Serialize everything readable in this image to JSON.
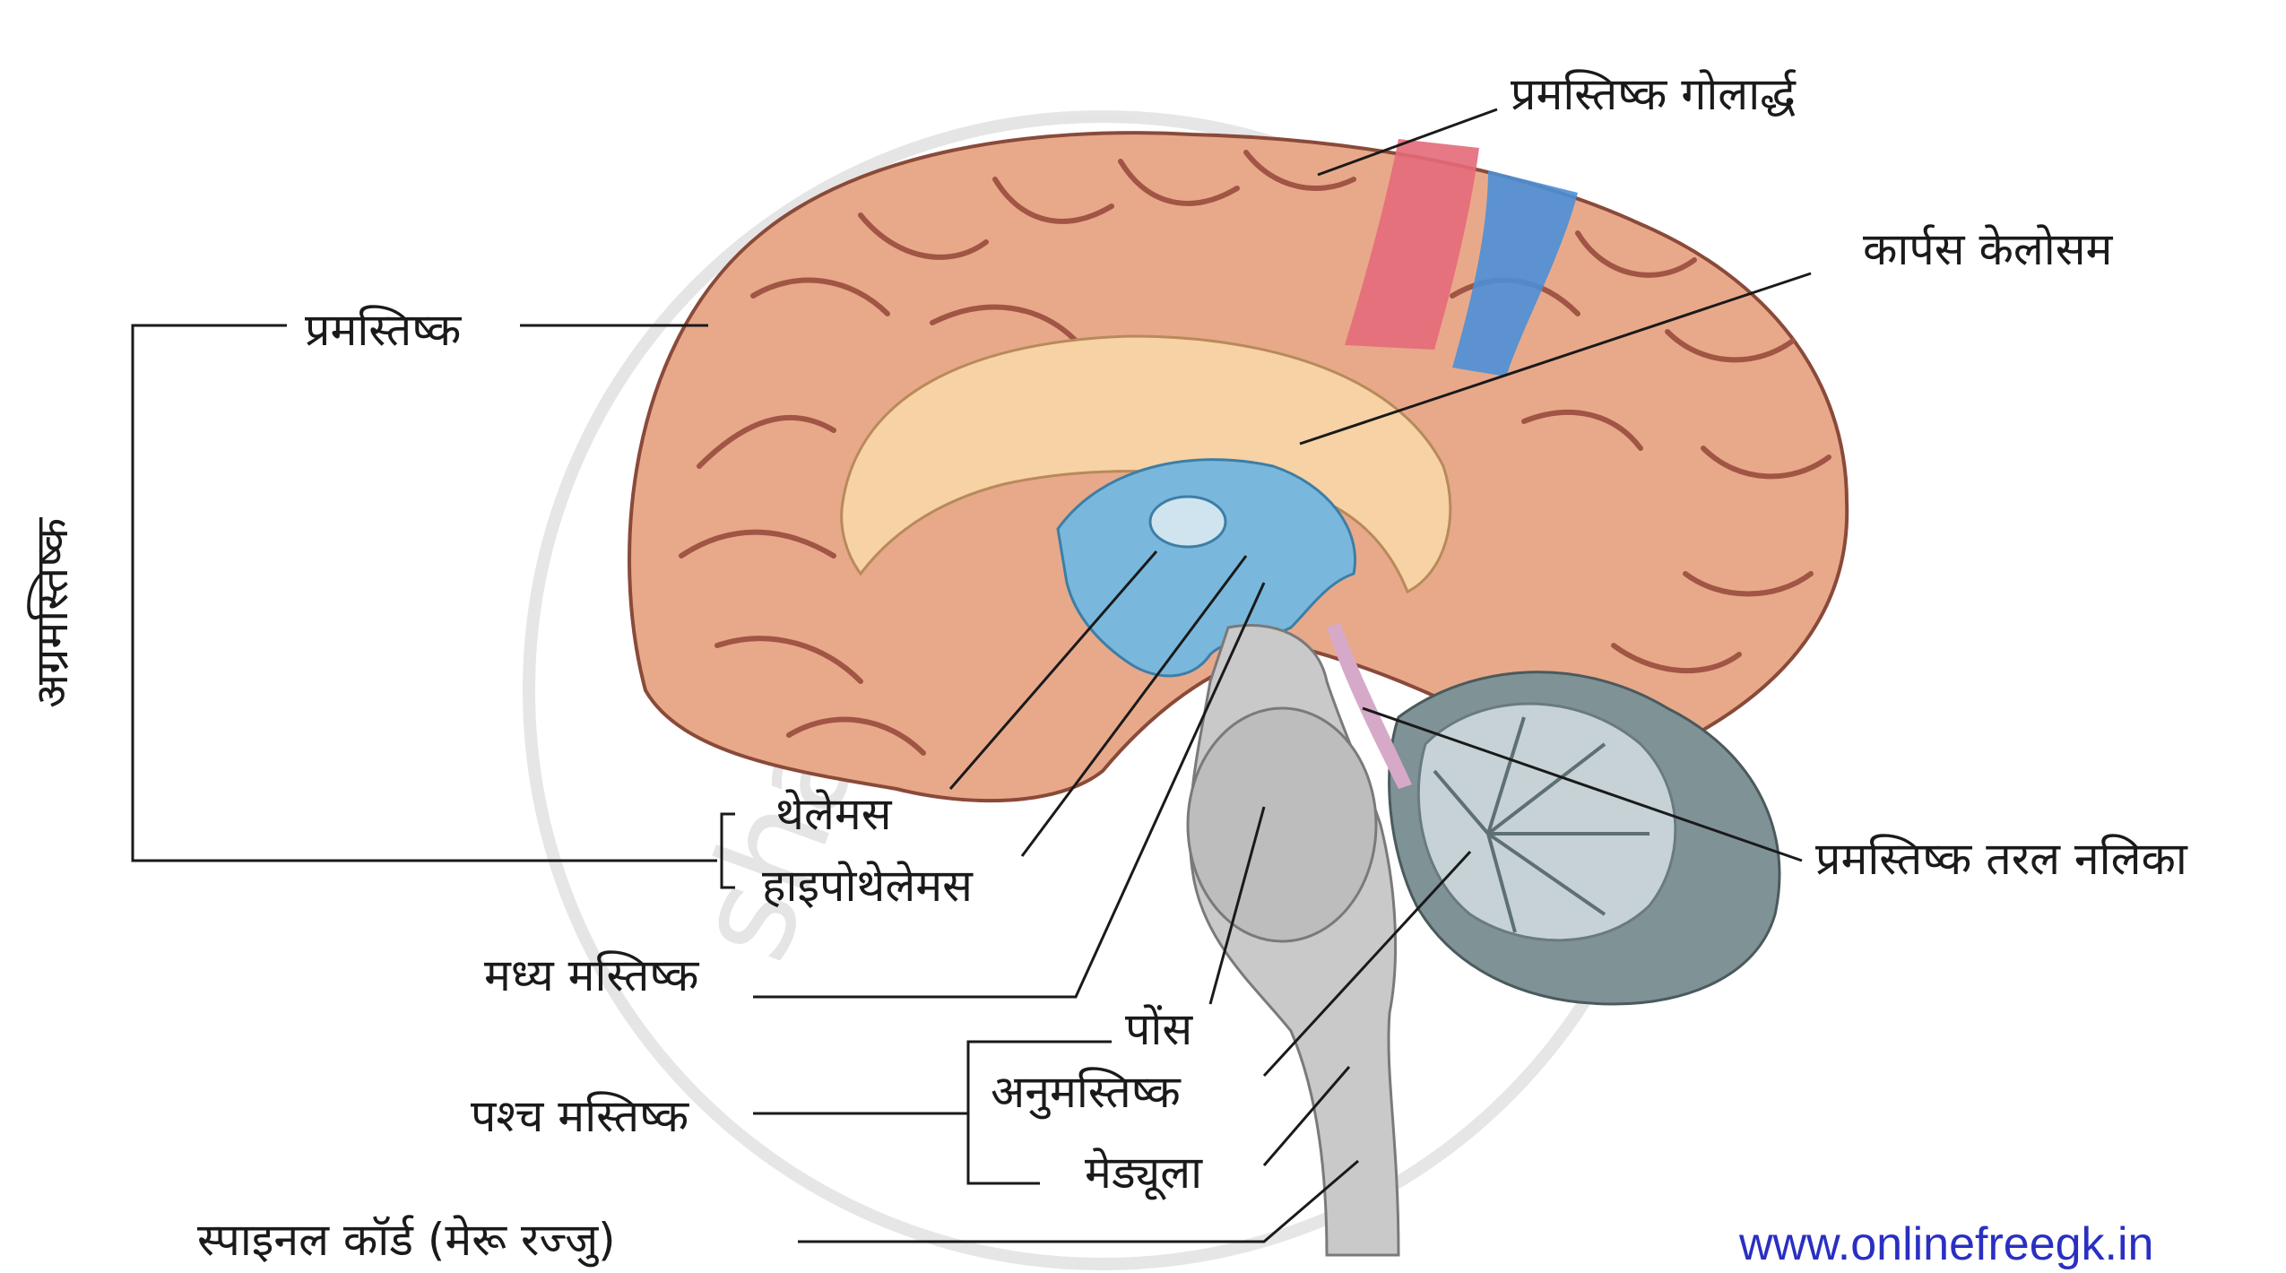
{
  "labels": {
    "cerebral_hemisphere": "प्रमस्तिष्क गोलार्द्ध",
    "corpus_callosum": "कार्पस केलोसम",
    "cerebrum": "प्रमस्तिष्क",
    "forebrain": "अग्रमस्तिष्क",
    "thalamus": "थेलेमस",
    "hypothalamus": "हाइपोथेलेमस",
    "midbrain": "मध्य मस्तिष्क",
    "cerebral_aqueduct": "प्रमस्तिष्क तरल नलिका",
    "pons": "पोंस",
    "cerebellum": "अनुमस्तिष्क",
    "hindbrain": "पश्च मस्तिष्क",
    "medulla": "मेड्यूला",
    "spinal_cord": "स्पाइनल कॉर्ड (मेरू रज्जु)"
  },
  "watermark": "shaalaa.com",
  "website": "www.onlinefreegk.in",
  "colors": {
    "cortex": "#e8a98a",
    "cortex_dark": "#b86a55",
    "corpus": "#f6d2a4",
    "ventricle": "#79b8dc",
    "motor_strip": "#e46a7a",
    "sensory_strip": "#4b8fd6",
    "stem": "#c9c9c9",
    "cerebellum": "#7f9296",
    "link": "#2a2fc2"
  }
}
